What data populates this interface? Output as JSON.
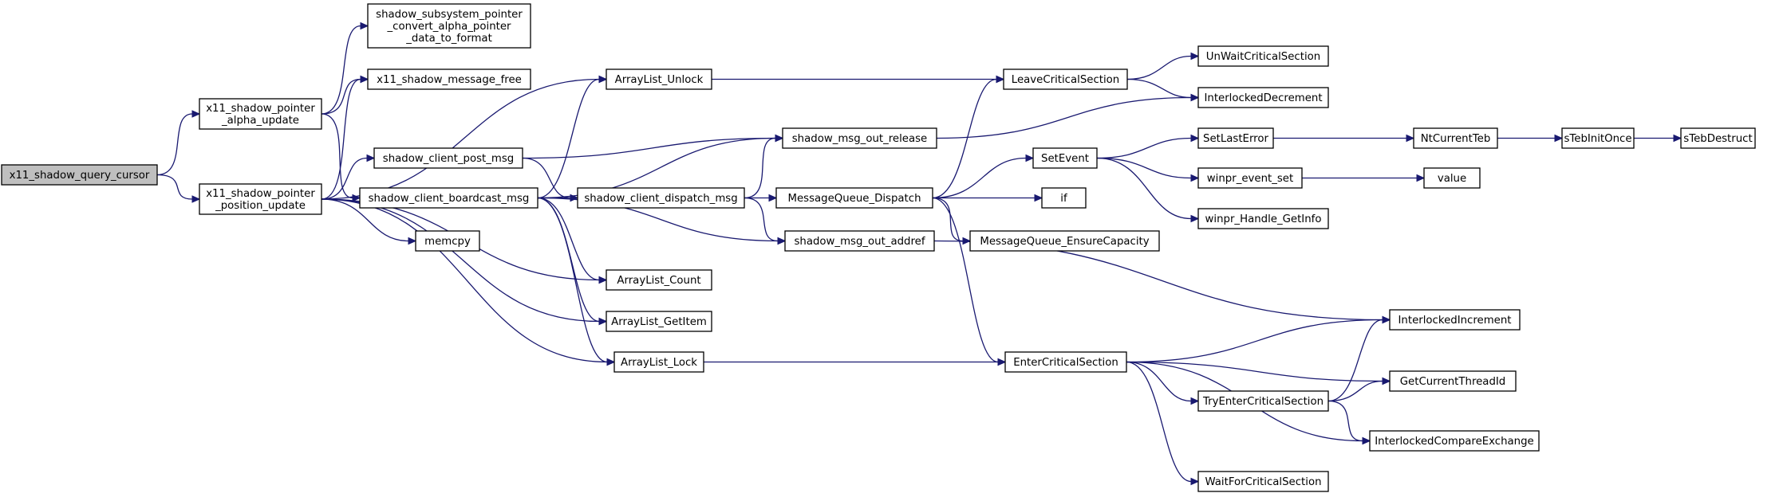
{
  "diagram": {
    "edge_color": "#191970",
    "root_fill": "#bfbfbf",
    "nodes": [
      {
        "id": "query_cursor",
        "lines": [
          "x11_shadow_query_cursor"
        ],
        "root": true
      },
      {
        "id": "ptr_alpha",
        "lines": [
          "x11_shadow_pointer",
          "_alpha_update"
        ]
      },
      {
        "id": "ptr_position",
        "lines": [
          "x11_shadow_pointer",
          "_position_update"
        ]
      },
      {
        "id": "subsys_convert",
        "lines": [
          "shadow_subsystem_pointer",
          "_convert_alpha_pointer",
          "_data_to_format"
        ]
      },
      {
        "id": "msg_free",
        "lines": [
          "x11_shadow_message_free"
        ]
      },
      {
        "id": "post_msg",
        "lines": [
          "shadow_client_post_msg"
        ]
      },
      {
        "id": "boardcast",
        "lines": [
          "shadow_client_boardcast_msg"
        ]
      },
      {
        "id": "memcpy",
        "lines": [
          "memcpy"
        ]
      },
      {
        "id": "al_unlock",
        "lines": [
          "ArrayList_Unlock"
        ]
      },
      {
        "id": "msg_release",
        "lines": [
          "shadow_msg_out_release"
        ]
      },
      {
        "id": "dispatch_msg",
        "lines": [
          "shadow_client_dispatch_msg"
        ]
      },
      {
        "id": "msg_addref",
        "lines": [
          "shadow_msg_out_addref"
        ]
      },
      {
        "id": "al_count",
        "lines": [
          "ArrayList_Count"
        ]
      },
      {
        "id": "al_getitem",
        "lines": [
          "ArrayList_GetItem"
        ]
      },
      {
        "id": "al_lock",
        "lines": [
          "ArrayList_Lock"
        ]
      },
      {
        "id": "mq_dispatch",
        "lines": [
          "MessageQueue_Dispatch"
        ]
      },
      {
        "id": "leave_cs",
        "lines": [
          "LeaveCriticalSection"
        ]
      },
      {
        "id": "set_event",
        "lines": [
          "SetEvent"
        ]
      },
      {
        "id": "if_node",
        "lines": [
          "if"
        ]
      },
      {
        "id": "mq_ensure",
        "lines": [
          "MessageQueue_EnsureCapacity"
        ]
      },
      {
        "id": "enter_cs",
        "lines": [
          "EnterCriticalSection"
        ]
      },
      {
        "id": "unwait_cs",
        "lines": [
          "UnWaitCriticalSection"
        ]
      },
      {
        "id": "il_decrement",
        "lines": [
          "InterlockedDecrement"
        ]
      },
      {
        "id": "set_last_error",
        "lines": [
          "SetLastError"
        ]
      },
      {
        "id": "winpr_event_set",
        "lines": [
          "winpr_event_set"
        ]
      },
      {
        "id": "winpr_handle_getinfo",
        "lines": [
          "winpr_Handle_GetInfo"
        ]
      },
      {
        "id": "il_increment",
        "lines": [
          "InterlockedIncrement"
        ]
      },
      {
        "id": "try_enter_cs",
        "lines": [
          "TryEnterCriticalSection"
        ]
      },
      {
        "id": "get_thread_id",
        "lines": [
          "GetCurrentThreadId"
        ]
      },
      {
        "id": "il_cmpxchg",
        "lines": [
          "InterlockedCompareExchange"
        ]
      },
      {
        "id": "wait_cs",
        "lines": [
          "WaitForCriticalSection"
        ]
      },
      {
        "id": "nt_current_teb",
        "lines": [
          "NtCurrentTeb"
        ]
      },
      {
        "id": "value",
        "lines": [
          "value"
        ]
      },
      {
        "id": "steb_init_once",
        "lines": [
          "sTebInitOnce"
        ]
      },
      {
        "id": "steb_destruct",
        "lines": [
          "sTebDestruct"
        ]
      }
    ],
    "edges": [
      [
        "query_cursor",
        "ptr_alpha"
      ],
      [
        "query_cursor",
        "ptr_position"
      ],
      [
        "ptr_alpha",
        "subsys_convert"
      ],
      [
        "ptr_alpha",
        "msg_free"
      ],
      [
        "ptr_alpha",
        "boardcast"
      ],
      [
        "ptr_position",
        "msg_free"
      ],
      [
        "ptr_position",
        "post_msg"
      ],
      [
        "ptr_position",
        "memcpy"
      ],
      [
        "ptr_position",
        "al_unlock"
      ],
      [
        "ptr_position",
        "al_count"
      ],
      [
        "ptr_position",
        "al_getitem"
      ],
      [
        "ptr_position",
        "al_lock"
      ],
      [
        "post_msg",
        "msg_release"
      ],
      [
        "post_msg",
        "dispatch_msg"
      ],
      [
        "boardcast",
        "al_unlock"
      ],
      [
        "boardcast",
        "msg_release"
      ],
      [
        "boardcast",
        "dispatch_msg"
      ],
      [
        "boardcast",
        "msg_addref"
      ],
      [
        "boardcast",
        "al_count"
      ],
      [
        "boardcast",
        "al_getitem"
      ],
      [
        "boardcast",
        "al_lock"
      ],
      [
        "al_unlock",
        "leave_cs"
      ],
      [
        "al_lock",
        "enter_cs"
      ],
      [
        "dispatch_msg",
        "msg_release"
      ],
      [
        "dispatch_msg",
        "msg_addref"
      ],
      [
        "dispatch_msg",
        "mq_dispatch"
      ],
      [
        "msg_release",
        "il_decrement"
      ],
      [
        "msg_addref",
        "il_increment"
      ],
      [
        "mq_dispatch",
        "leave_cs"
      ],
      [
        "mq_dispatch",
        "set_event"
      ],
      [
        "mq_dispatch",
        "if_node"
      ],
      [
        "mq_dispatch",
        "mq_ensure"
      ],
      [
        "mq_dispatch",
        "enter_cs"
      ],
      [
        "leave_cs",
        "unwait_cs"
      ],
      [
        "leave_cs",
        "il_decrement"
      ],
      [
        "set_event",
        "set_last_error"
      ],
      [
        "set_event",
        "winpr_event_set"
      ],
      [
        "set_event",
        "winpr_handle_getinfo"
      ],
      [
        "set_last_error",
        "nt_current_teb"
      ],
      [
        "nt_current_teb",
        "steb_init_once"
      ],
      [
        "steb_init_once",
        "steb_destruct"
      ],
      [
        "winpr_event_set",
        "value"
      ],
      [
        "enter_cs",
        "il_increment"
      ],
      [
        "enter_cs",
        "get_thread_id"
      ],
      [
        "enter_cs",
        "try_enter_cs"
      ],
      [
        "enter_cs",
        "il_cmpxchg"
      ],
      [
        "enter_cs",
        "wait_cs"
      ],
      [
        "try_enter_cs",
        "il_increment"
      ],
      [
        "try_enter_cs",
        "get_thread_id"
      ],
      [
        "try_enter_cs",
        "il_cmpxchg"
      ]
    ]
  }
}
